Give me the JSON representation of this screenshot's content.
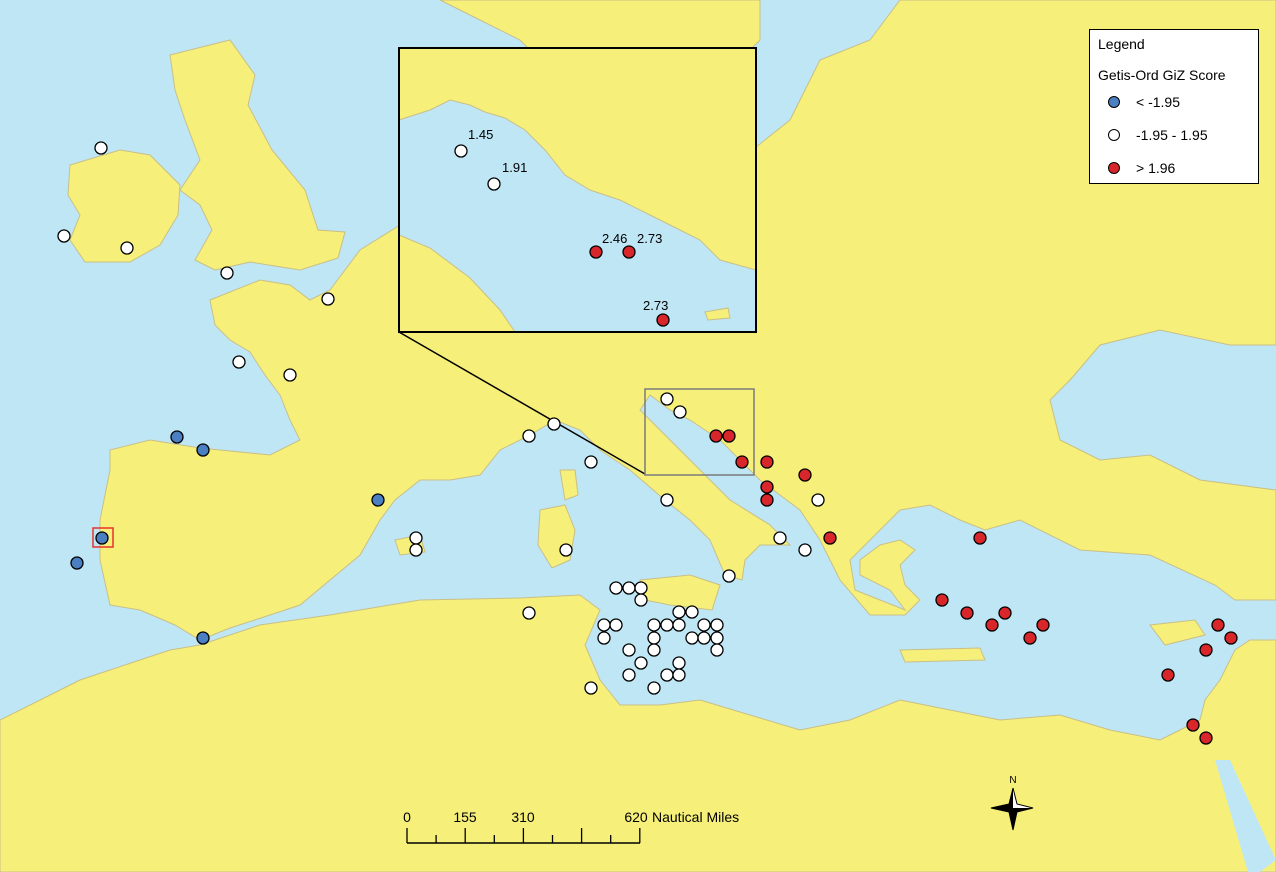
{
  "colors": {
    "sea": "#bfe6f5",
    "land": "#f6f07a",
    "border": "#c9bf86",
    "low": "#4a7fc1",
    "neutral": "#ffffff",
    "high": "#d9262b",
    "highlight": "#e8322e",
    "inset_frame": "#000000",
    "focus_frame": "#7a7a7a"
  },
  "legend": {
    "title": "Legend",
    "subtitle": "Getis-Ord GiZ Score",
    "entries": [
      {
        "class": "low",
        "label": "< -1.95"
      },
      {
        "class": "neutral",
        "label": "-1.95 - 1.95"
      },
      {
        "class": "high",
        "label": "> 1.96"
      }
    ]
  },
  "inset": {
    "labels": [
      "1.45",
      "1.91",
      "2.46",
      "2.73",
      "2.73"
    ]
  },
  "scale_bar": {
    "ticks": [
      "0",
      "155",
      "310",
      "620"
    ],
    "unit": "Nautical Miles"
  },
  "north_arrow": {
    "label": "N"
  }
}
